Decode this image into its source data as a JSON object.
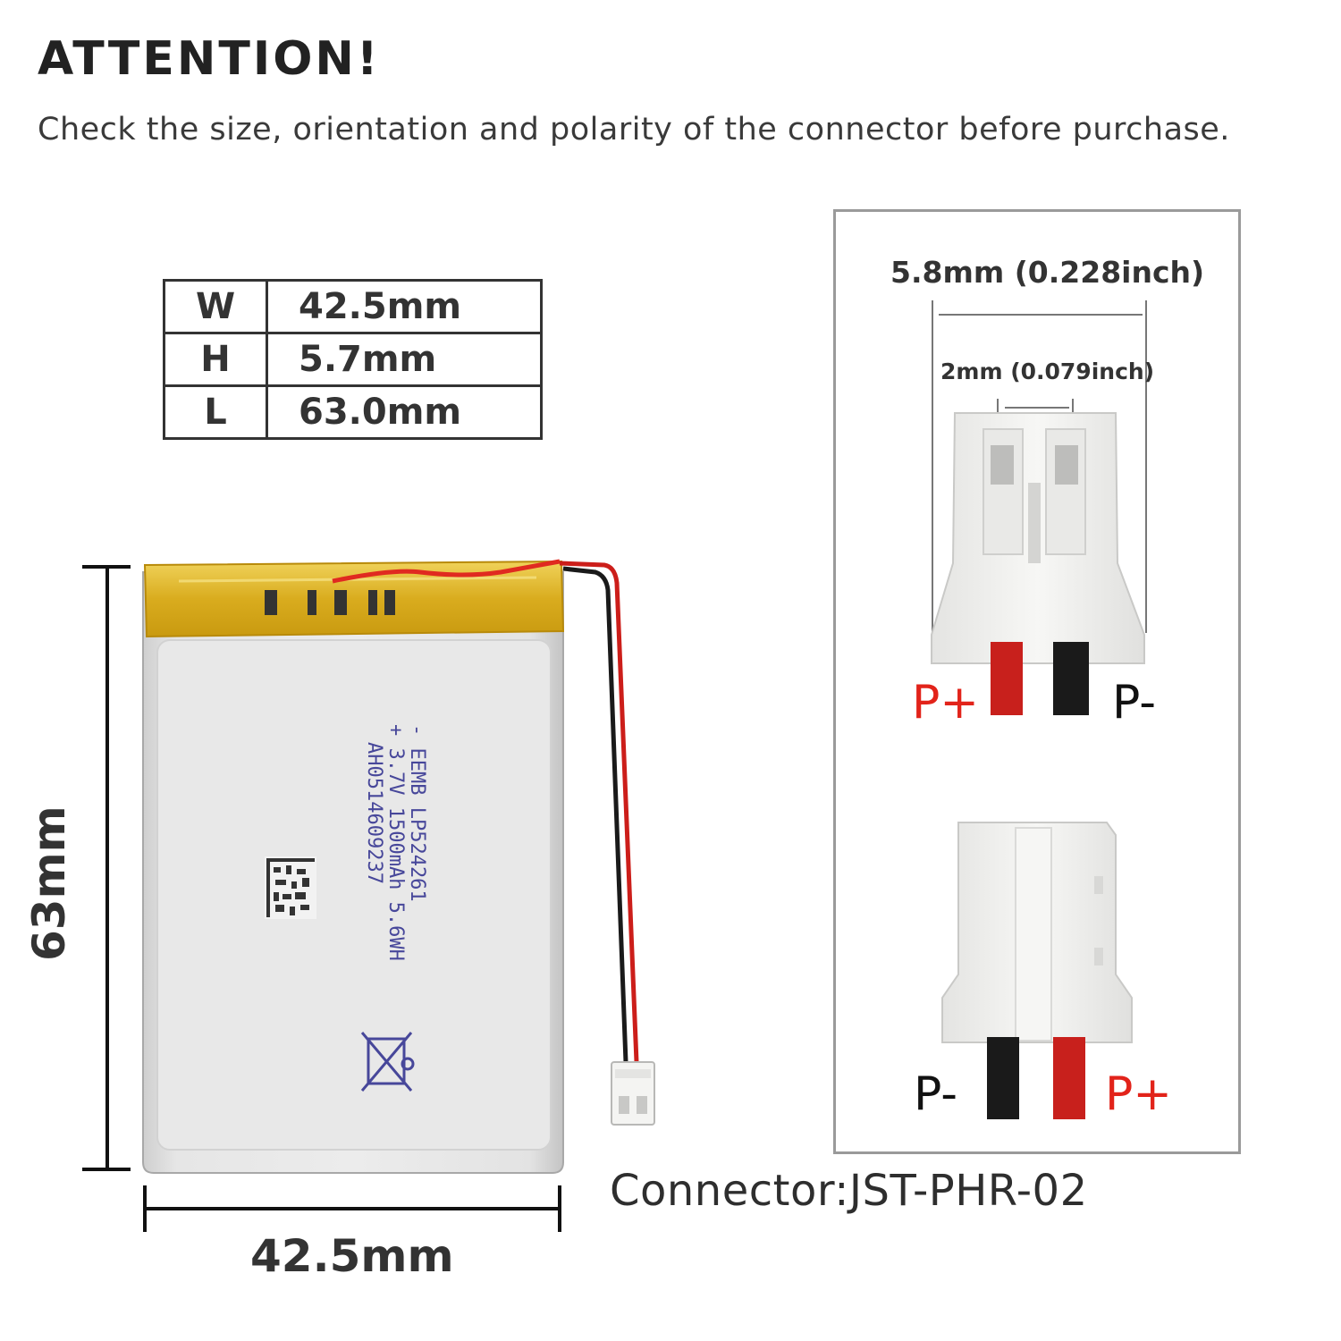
{
  "header": {
    "title": "ATTENTION!",
    "subtitle": "Check the size, orientation and polarity of the connector before purchase."
  },
  "dimensions_table": [
    {
      "key": "W",
      "value": "42.5mm"
    },
    {
      "key": "H",
      "value": "5.7mm"
    },
    {
      "key": "L",
      "value": "63.0mm"
    }
  ],
  "battery": {
    "height_label": "63mm",
    "width_label": "42.5mm",
    "label_lines": [
      "- EEMB LP524261",
      "+ 3.7V 1500mAh 5.6WH",
      "AH0514609237"
    ]
  },
  "connector_detail": {
    "pitch_total": "5.8mm (0.228inch)",
    "pitch_pin": "2mm (0.079inch)",
    "top_view": {
      "left_label": "P+",
      "right_label": "P-"
    },
    "bottom_view": {
      "left_label": "P-",
      "right_label": "P+"
    },
    "colors": {
      "positive": "#e2231a",
      "negative": "#111111",
      "wire_red": "#c8201c",
      "wire_black": "#1a1a1a",
      "housing": "#f2f2f0"
    }
  },
  "connector_name": "Connector:JST-PHR-02"
}
